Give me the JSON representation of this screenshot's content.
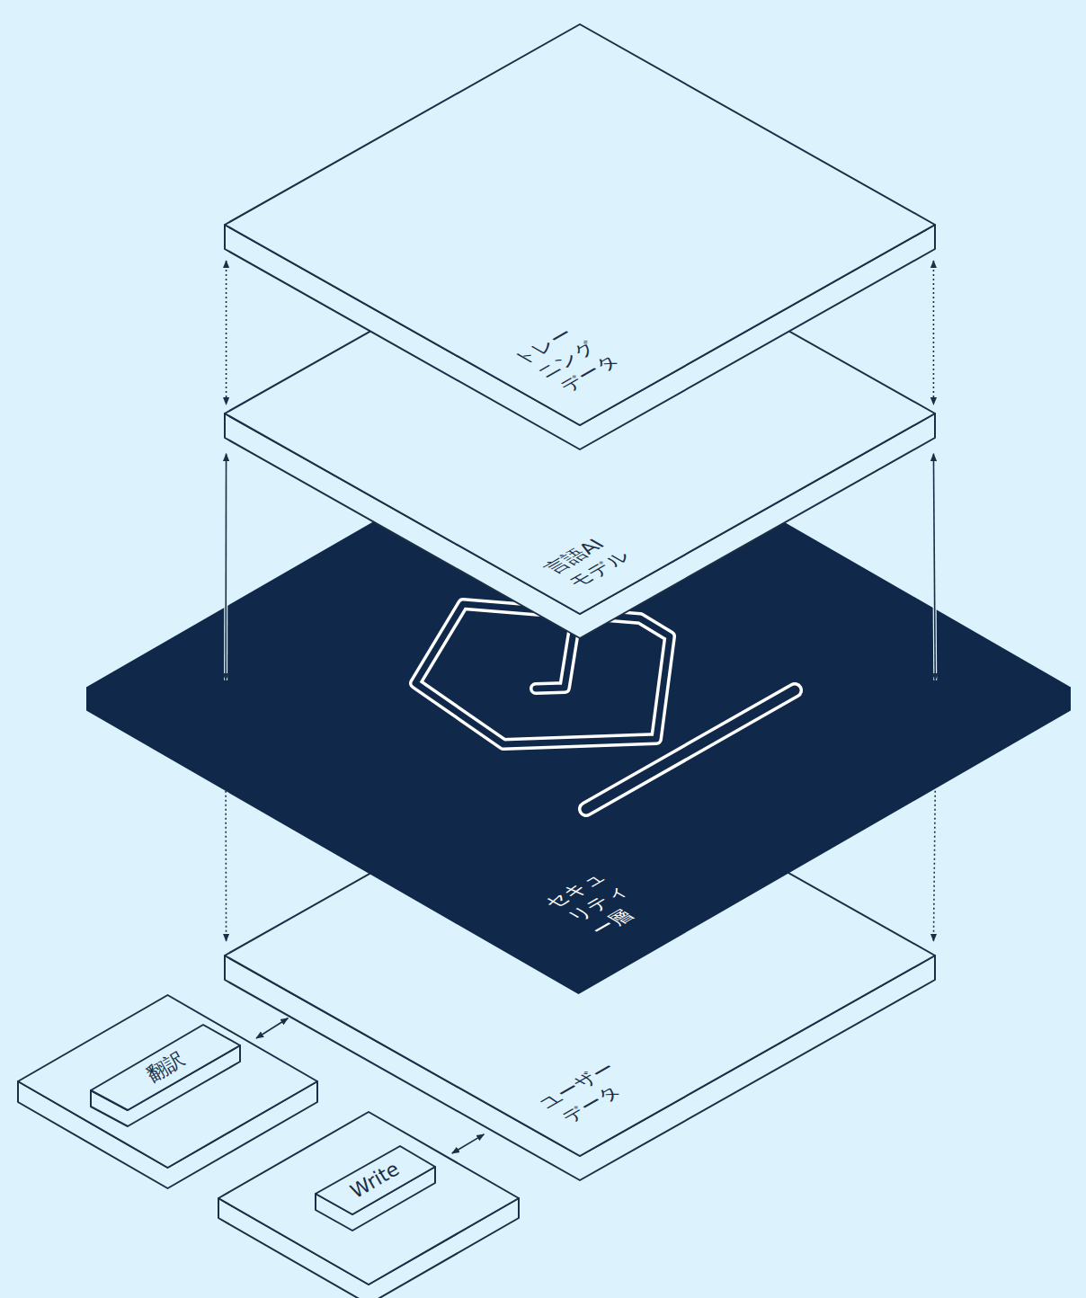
{
  "diagram": {
    "nodes": [
      {
        "text": [
          "トレーニングデータ"
        ]
      },
      {
        "text": [
          "言語AIモデル"
        ]
      },
      {
        "text": [
          "セキュリティー層"
        ]
      },
      {
        "text": [
          "ユーザーデータ"
        ]
      },
      {
        "text": [
          "翻訳"
        ]
      },
      {
        "text": [
          "Write"
        ]
      }
    ],
    "edges": [
      {
        "from": 0,
        "to": 1,
        "arrow": "both"
      },
      {
        "from": 0,
        "to": 1,
        "arrow": "both"
      },
      {
        "from": 1,
        "to": 2,
        "arrow": "both"
      },
      {
        "from": 1,
        "to": 2,
        "arrow": "both"
      },
      {
        "from": 2,
        "to": 3,
        "arrow": "to"
      },
      {
        "from": 2,
        "to": 3,
        "arrow": "to"
      },
      {
        "from": 4,
        "to": 3,
        "arrow": "both"
      },
      {
        "from": 5,
        "to": 3,
        "arrow": "both"
      }
    ]
  }
}
